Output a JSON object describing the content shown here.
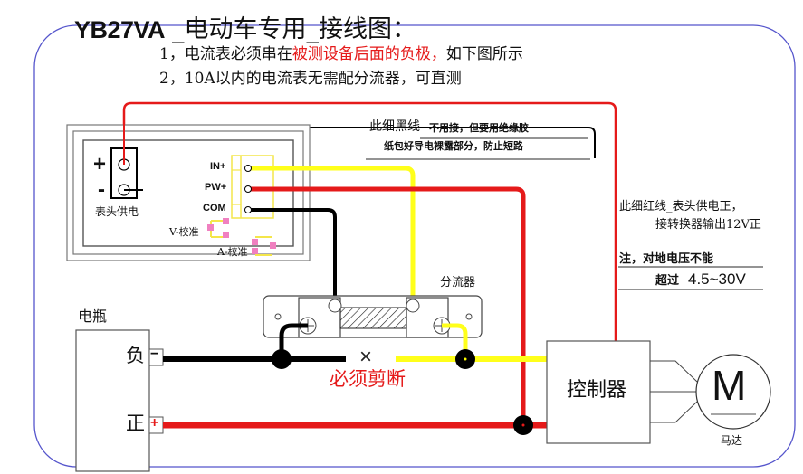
{
  "title": {
    "model": "YB27VA",
    "text": "_电动车专用_接线图："
  },
  "notes": [
    {
      "prefix": "1，电流表必须串在",
      "highlight": "被测设备后面的负极，",
      "suffix": "如下图所示"
    },
    {
      "prefix": "2，10A以内的电流表无需配分流器，可直测",
      "highlight": "",
      "suffix": ""
    }
  ],
  "meter": {
    "power_label": "表头供电",
    "plus_symbol": "+",
    "minus_symbol": "-",
    "terminals": [
      "IN+",
      "PW+",
      "COM"
    ],
    "v_calibration": "V-校准",
    "a_calibration": "A-校准"
  },
  "black_wire_note": {
    "line1_lead": "此细黑线",
    "line1_rest": "不用接，但要用绝缘胶",
    "line2": "纸包好导电裸露部分，防止短路"
  },
  "red_wire_note": {
    "line1": "此细红线_表头供电正，",
    "line2": "接转换器输出12V正"
  },
  "voltage_note": {
    "line1": "注，对地电压不能",
    "line2_lead": "超过",
    "line2_value": "4.5~30V"
  },
  "shunt": {
    "label": "分流器"
  },
  "cut": {
    "symbol": "×",
    "label": "必须剪断"
  },
  "battery": {
    "label": "电瓶",
    "negative_label": "负",
    "positive_label": "正",
    "negative_symbol": "−",
    "positive_symbol": "+"
  },
  "controller": {
    "label": "控制器"
  },
  "motor": {
    "symbol": "M",
    "label": "马达"
  },
  "colors": {
    "frame": "#5555cc",
    "wire_red": "#e51a1a",
    "wire_black": "#000000",
    "wire_yellow": "#ffff1a",
    "calibration_pad": "#f080c0"
  }
}
